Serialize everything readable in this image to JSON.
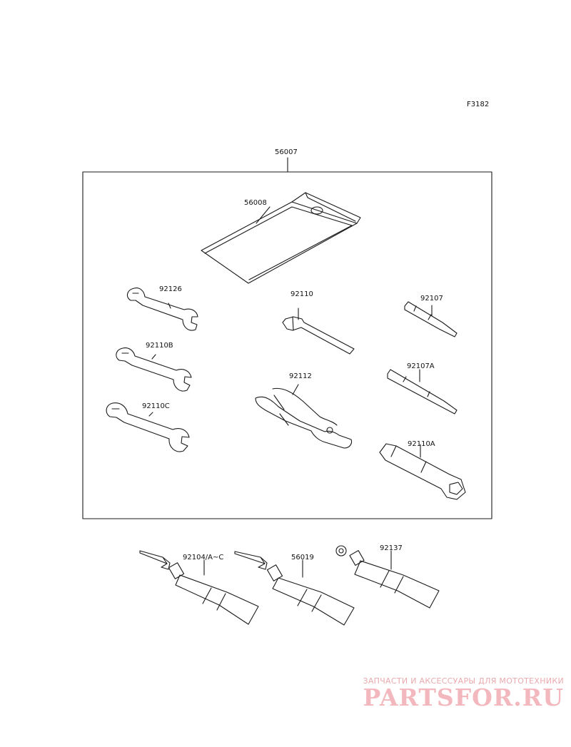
{
  "figure_code": "F3182",
  "kit_label": "56007",
  "parts": {
    "p56008": "56008",
    "p92126": "92126",
    "p92110": "92110",
    "p92107": "92107",
    "p92110B": "92110B",
    "p92107A": "92107A",
    "p92112": "92112",
    "p92110C": "92110C",
    "p92110A": "92110A",
    "p92104": "92104/A~C",
    "p56019": "56019",
    "p92137": "92137"
  },
  "watermark": {
    "tagline": "ЗАПЧАСТИ И АКСЕССУАРЫ ДЛЯ МОТОТЕХНИКИ",
    "brand": "PARTSFOR.RU"
  },
  "colors": {
    "line": "#1a1a1a",
    "watermark": "#f3b8bd"
  }
}
